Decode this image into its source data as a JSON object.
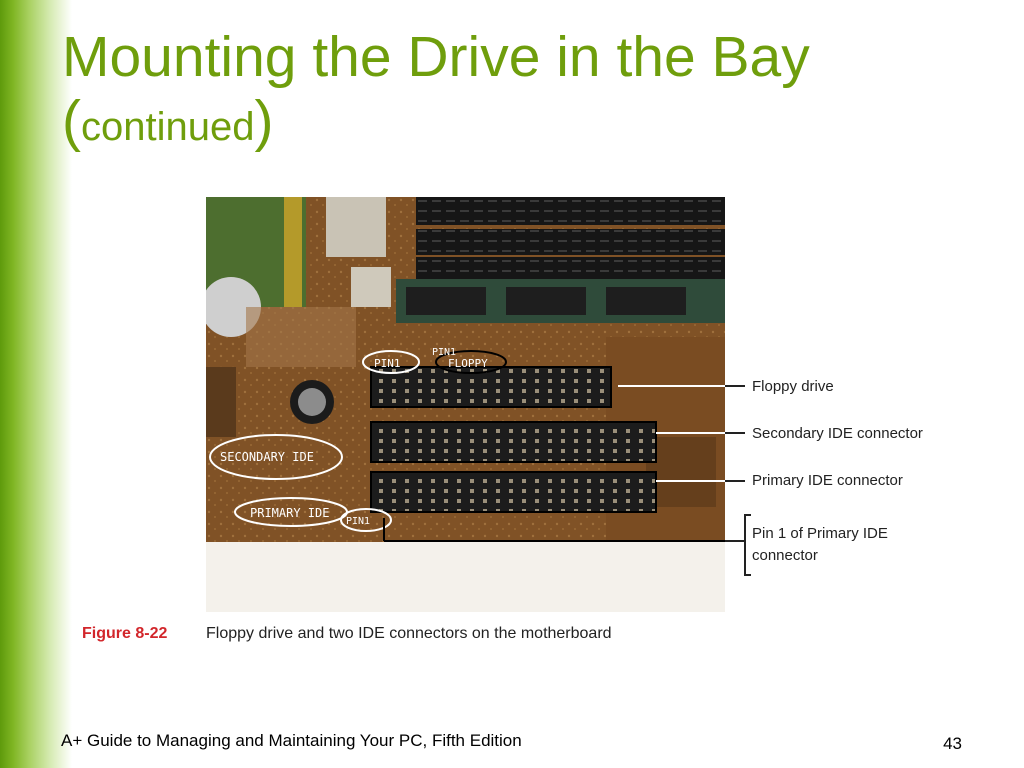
{
  "slide": {
    "title_main": "Mounting the Drive in the Bay",
    "title_open": "(",
    "title_continued": "continued",
    "title_close": ")"
  },
  "figure": {
    "photo_labels": {
      "pin1_top": "PIN1",
      "floppy": "FLOPPY",
      "pin1_top_right": "PIN1",
      "secondary_ide": "SECONDARY IDE",
      "primary_ide": "PRIMARY IDE",
      "pin1_bottom": "PIN1"
    },
    "callouts": [
      "Floppy drive",
      "Secondary IDE connector",
      "Primary IDE connector",
      "Pin 1 of Primary IDE",
      "connector"
    ],
    "caption_number": "Figure 8-22",
    "caption_text": "Floppy drive and two IDE connectors on the motherboard"
  },
  "footer": {
    "book_title": "A+ Guide to Managing and Maintaining Your PC, Fifth Edition",
    "page_number": "43"
  },
  "colors": {
    "title_green": "#6f9e0c",
    "sidebar_green": "#7fb523",
    "caption_red": "#d2262b",
    "board_brown": "#8a5a2b"
  }
}
